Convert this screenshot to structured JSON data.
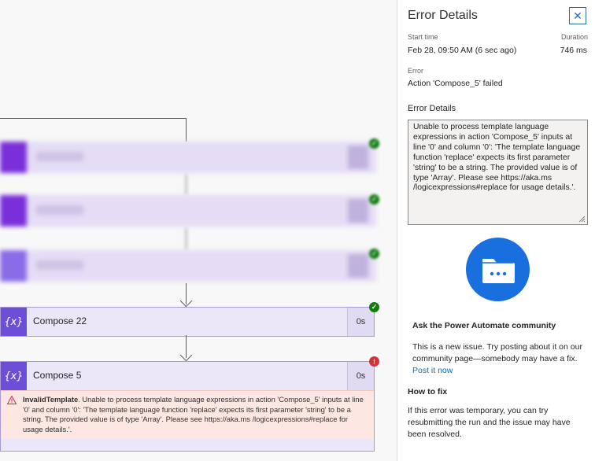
{
  "flow": {
    "cards": [
      {
        "title": "Compose 22",
        "duration": "0s",
        "status": "succeeded"
      },
      {
        "title": "Compose 5",
        "duration": "0s",
        "status": "failed",
        "error_code": "InvalidTemplate",
        "error_message": ". Unable to process template language expressions in action 'Compose_5' inputs at line '0' and column '0': 'The template language function 'replace' expects its first parameter 'string' to be a string. The provided value is of type 'Array'. Please see https://aka.ms /logicexpressions#replace for usage details.'."
      }
    ],
    "icon_glyph": "{x}",
    "colors": {
      "action_icon": "#6c4fd6",
      "success": "#107c10",
      "error": "#d13438"
    }
  },
  "panel": {
    "title": "Error Details",
    "close_label": "✕",
    "start_time_label": "Start time",
    "start_time_value": "Feb 28, 09:50 AM (6 sec ago)",
    "duration_label": "Duration",
    "duration_value": "746 ms",
    "error_label": "Error",
    "error_value": "Action 'Compose_5' failed",
    "details_title": "Error Details",
    "details_text": "Unable to process template language expressions in action 'Compose_5' inputs at line '0' and column '0': 'The template language function 'replace' expects its first parameter 'string' to be a string. The provided value is of type 'Array'. Please see https://aka.ms /logicexpressions#replace for usage details.'.",
    "community_title": "Ask the Power Automate community",
    "community_text": "This is a new issue. Try posting about it on our community page—somebody may have a fix.",
    "community_link": "Post it now",
    "howto_title": "How to fix",
    "howto_text": "If this error was temporary, you can try resubmitting the run and the issue may have been resolved."
  }
}
